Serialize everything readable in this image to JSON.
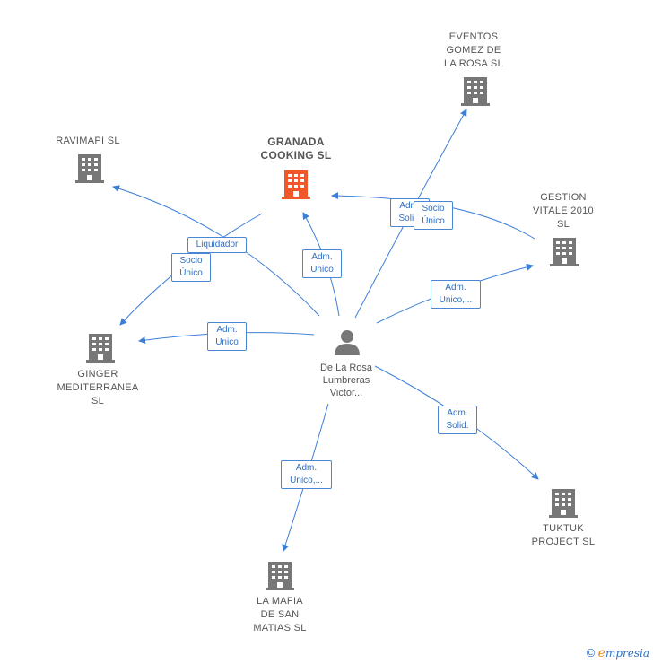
{
  "colors": {
    "edge": "#3d7fd6",
    "building": "#777777",
    "building_main": "#f0582a",
    "person": "#777777"
  },
  "center_person": {
    "label": "De La Rosa\nLumbreras\nVictor...",
    "icon": "person-icon"
  },
  "companies": [
    {
      "id": "granada",
      "label": "GRANADA\nCOOKING  SL",
      "main": true,
      "icon": "building-icon"
    },
    {
      "id": "eventos",
      "label": "EVENTOS\nGOMEZ DE\nLA ROSA  SL",
      "main": false,
      "icon": "building-icon"
    },
    {
      "id": "ravimapi",
      "label": "RAVIMAPI  SL",
      "main": false,
      "icon": "building-icon"
    },
    {
      "id": "gestion",
      "label": "GESTION\nVITALE 2010\nSL",
      "main": false,
      "icon": "building-icon"
    },
    {
      "id": "ginger",
      "label": "GINGER\nMEDITERRANEA\nSL",
      "main": false,
      "icon": "building-icon"
    },
    {
      "id": "tuktuk",
      "label": "TUKTUK\nPROJECT  SL",
      "main": false,
      "icon": "building-icon"
    },
    {
      "id": "lamafia",
      "label": "LA MAFIA\nDE SAN\nMATIAS  SL",
      "main": false,
      "icon": "building-icon"
    }
  ],
  "edge_labels": [
    {
      "id": "liquidador",
      "text": "Liquidador"
    },
    {
      "id": "socio_ravimapi",
      "text": "Socio\nÚnico"
    },
    {
      "id": "adm_granada",
      "text": "Adm.\nUnico"
    },
    {
      "id": "adm_solid_top",
      "text": "Adm.\nSolid."
    },
    {
      "id": "socio_gestion",
      "text": "Socio\nÚnico"
    },
    {
      "id": "adm_gestion",
      "text": "Adm.\nUnico,..."
    },
    {
      "id": "adm_ginger",
      "text": "Adm.\nUnico"
    },
    {
      "id": "adm_tuktuk",
      "text": "Adm.\nSolid."
    },
    {
      "id": "adm_lamafia",
      "text": "Adm.\nUnico,..."
    }
  ],
  "footer": {
    "copyright": "©",
    "brand_first": "e",
    "brand_rest": "mpresia"
  }
}
